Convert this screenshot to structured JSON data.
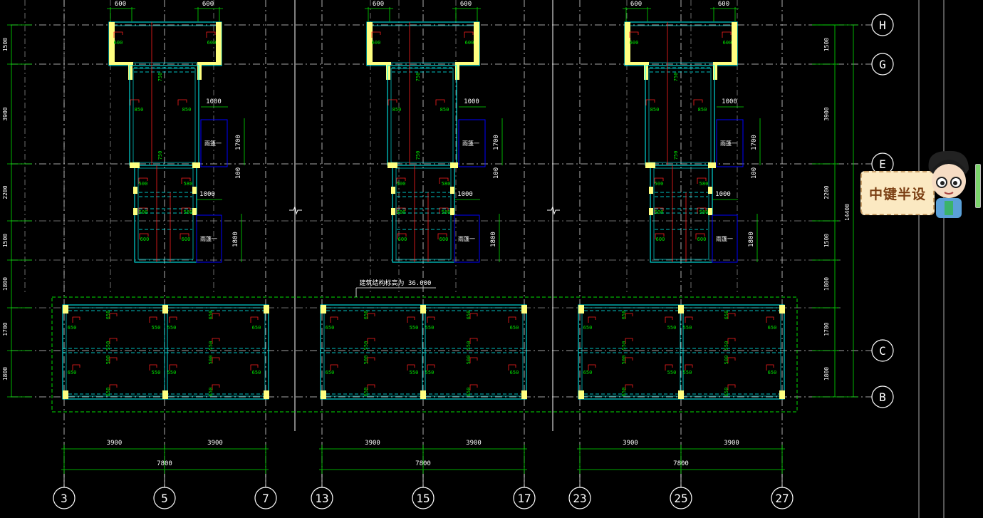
{
  "window_title": "",
  "colors": {
    "background": "#000000",
    "axis_grid": "#d9d9d9",
    "dimension": "#00e000",
    "wall_outline": "#00ffff",
    "wall_fill": "#ffff80",
    "beam_marker": "#ff2020",
    "canopy": "#0000ff",
    "annotation": "#ffffff"
  },
  "axis_bubbles": {
    "columns": [
      "3",
      "5",
      "7",
      "13",
      "15",
      "17",
      "23",
      "25",
      "27"
    ],
    "rows": [
      "H",
      "G",
      "E",
      "C",
      "B"
    ]
  },
  "left_dims": [
    "1500",
    "3900",
    "2200",
    "1500",
    "1800",
    "1700",
    "1800"
  ],
  "right_dims": [
    "1500",
    "3900",
    "2200",
    "1500",
    "1800",
    "1700",
    "1800"
  ],
  "total_dim": "14400",
  "stair_labels": {
    "opening_top": "600",
    "wall_600": "600",
    "dim_750": "750",
    "dim_850": "850",
    "dim_1000": "1000",
    "dim_1700": "1700",
    "dim_100": "100",
    "dim_500": "500",
    "dim_580": "580",
    "dim_1800": "1800",
    "canopy": "雨篷一"
  },
  "lower_labels": {
    "dim_650": "650",
    "dim_550": "550",
    "dim_500": "500"
  },
  "elevation_note": "建筑结构标高为 36.000",
  "bottom_dims": {
    "half_left": "3900",
    "half_right": "3900",
    "total": "7800"
  },
  "badge_text": "中键半设",
  "icons": [
    "avatar-icon",
    "break-line-icon"
  ]
}
